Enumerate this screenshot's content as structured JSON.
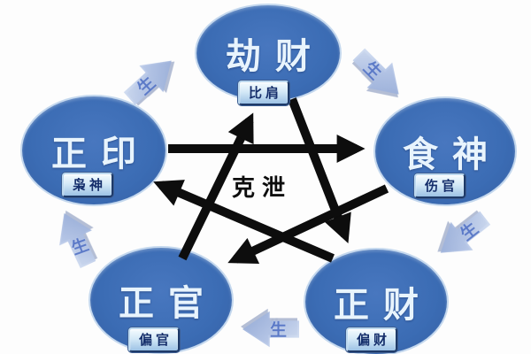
{
  "diagram": {
    "center_label": "克泄",
    "sheng_label": "生",
    "nodes": [
      {
        "main": "劫财",
        "sub": "比肩",
        "position": "top"
      },
      {
        "main": "正印",
        "sub": "枭神",
        "position": "left"
      },
      {
        "main": "食神",
        "sub": "伤官",
        "position": "right"
      },
      {
        "main": "正官",
        "sub": "偏官",
        "position": "bottom-left"
      },
      {
        "main": "正财",
        "sub": "偏财",
        "position": "bottom-right"
      }
    ],
    "ke_cycle_relations": [
      "正印→食神",
      "劫财→正财",
      "食神→正官",
      "正财→正印",
      "正官→劫财"
    ],
    "sheng_cycle_relations": [
      "正印→劫财",
      "劫财→食神",
      "食神→正财",
      "正财→正官",
      "正官→正印"
    ],
    "colors": {
      "circle_blue": "#3b6cb4",
      "circle_text": "#e8f4fd",
      "sub_label_text": "#152e6b",
      "ke_arrow_black": "#0d0d0d",
      "sheng_arrow_blue": "#aebfe3",
      "sheng_text_blue": "#5272c4",
      "background": "#fdfdfd"
    }
  }
}
